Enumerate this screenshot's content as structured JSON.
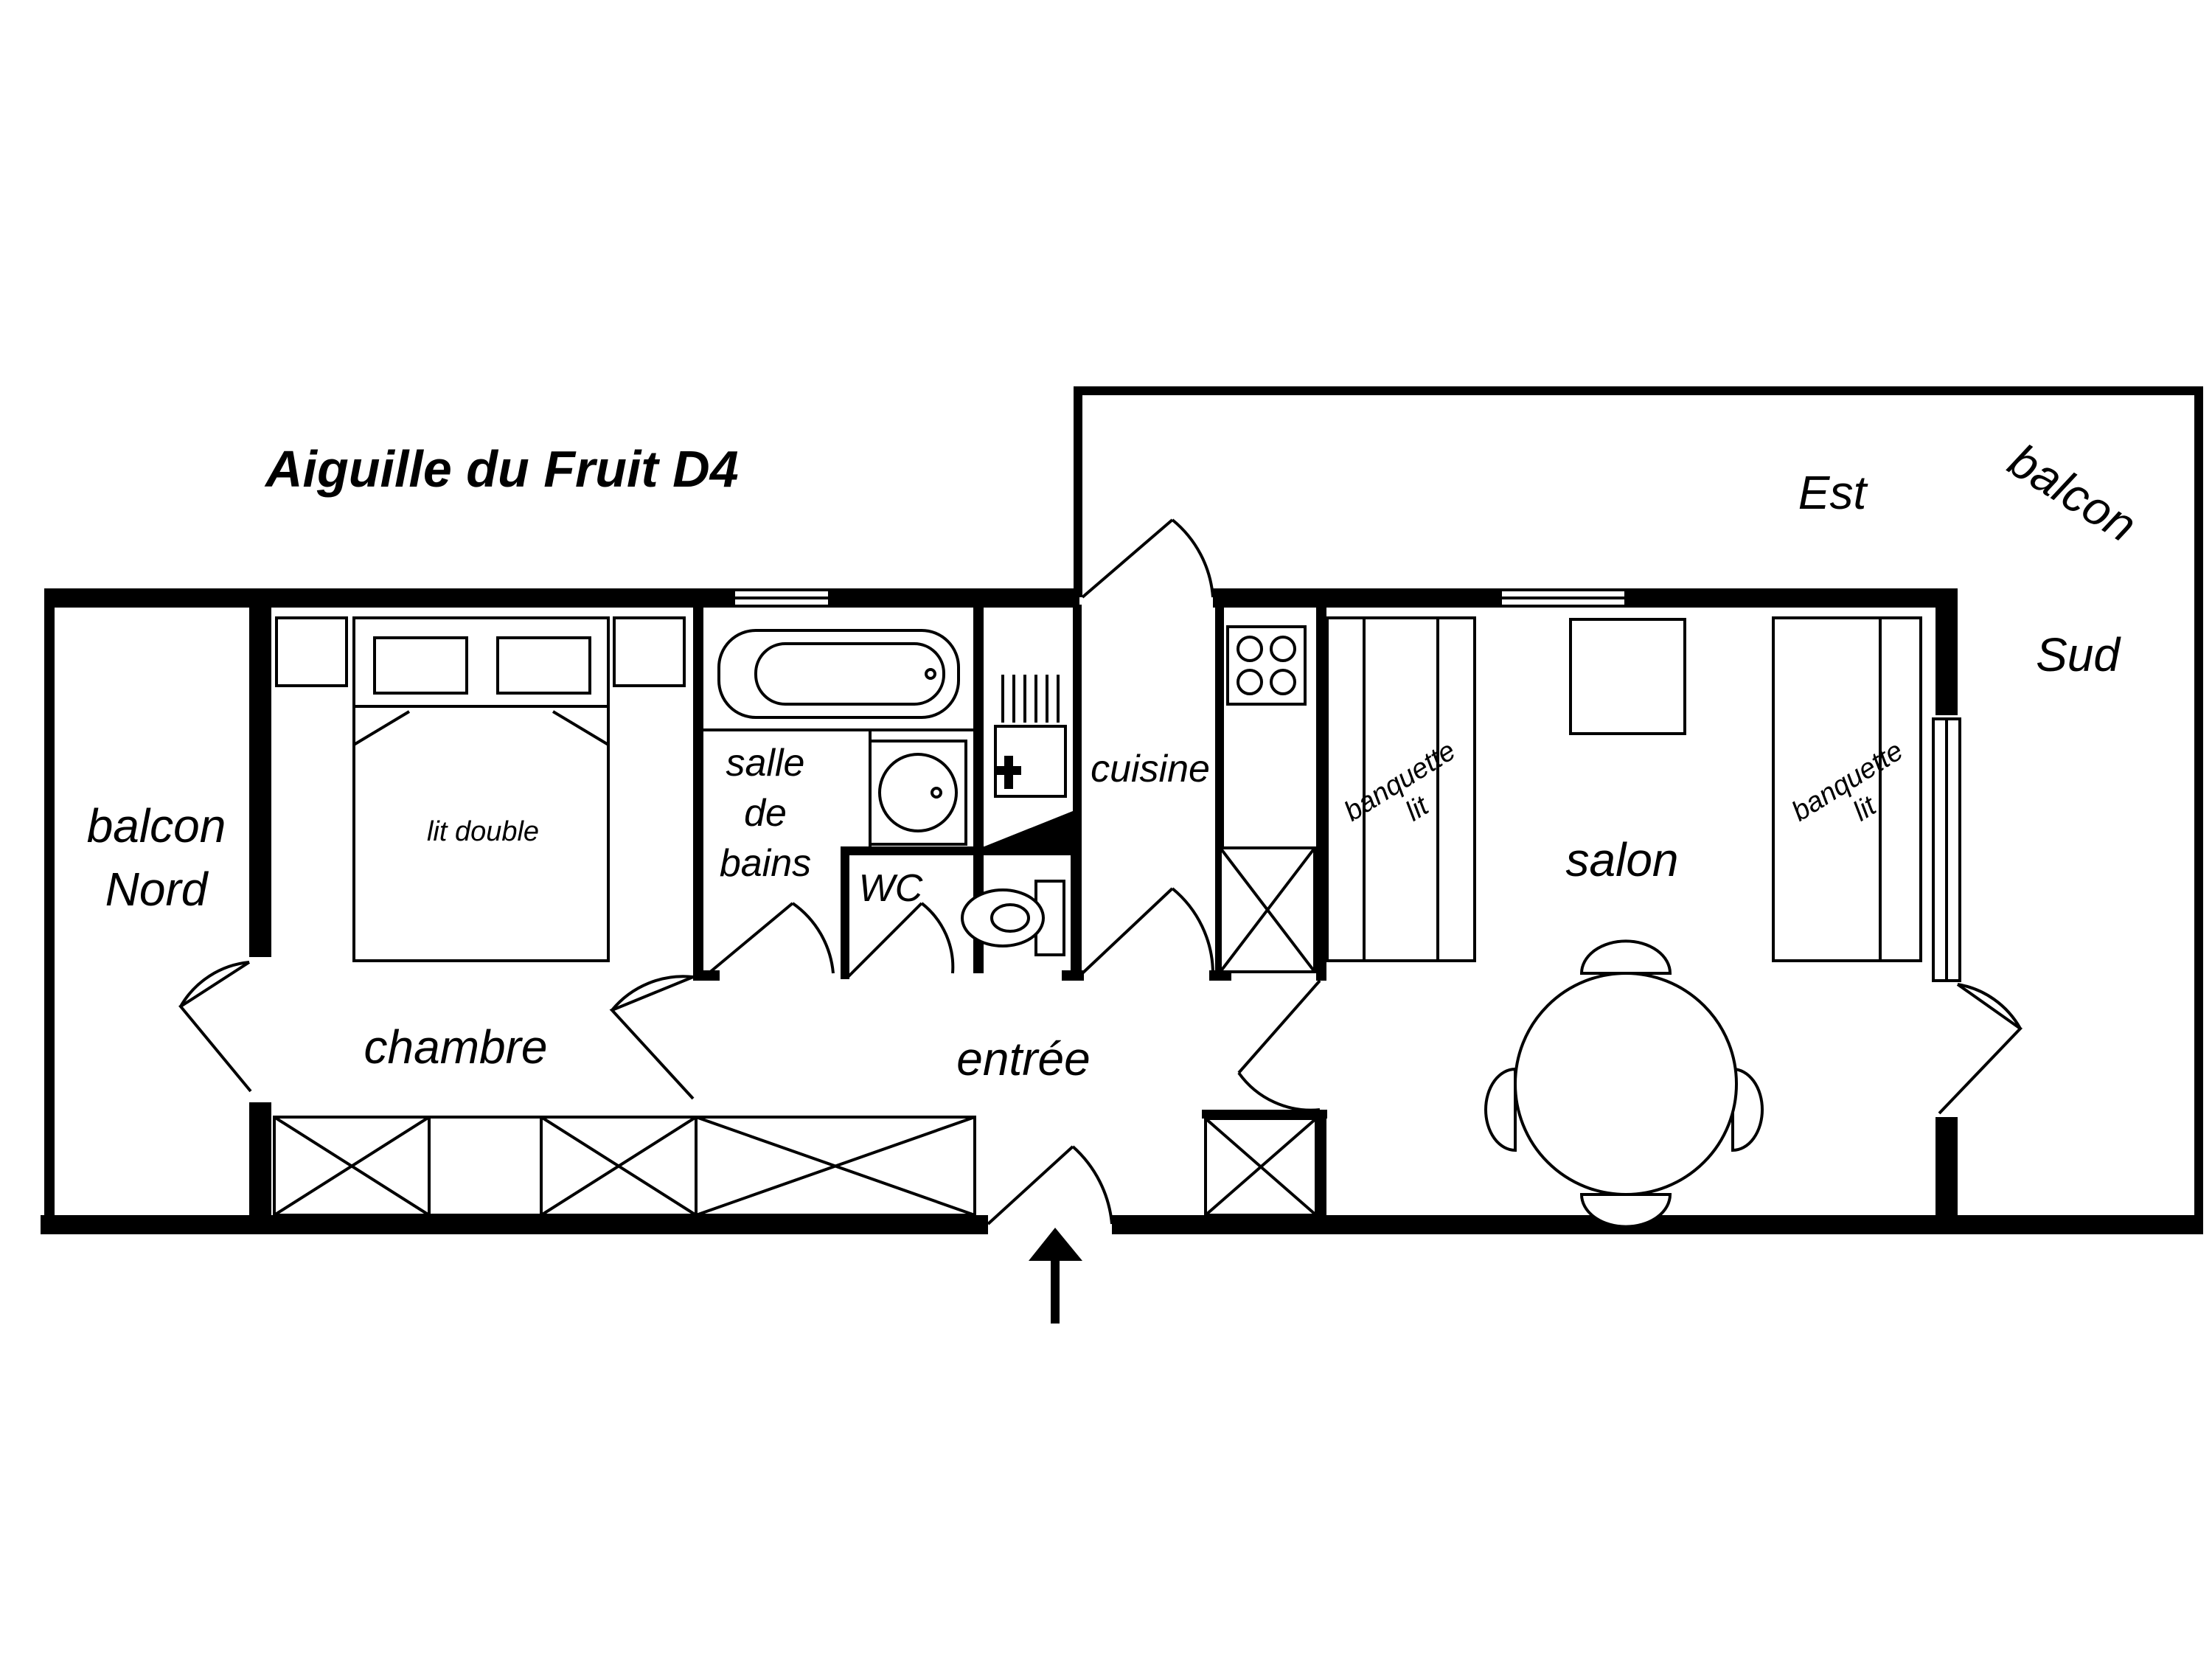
{
  "title": "Aiguille du Fruit D4",
  "rooms": {
    "balcon_nord": [
      "balcon",
      "Nord"
    ],
    "chambre": "chambre",
    "lit_double": "lit double",
    "salle_de_bains": [
      "salle",
      "de",
      "bains"
    ],
    "wc": "WC",
    "cuisine": "cuisine",
    "entree": "entrée",
    "salon": "salon",
    "banquette_left": [
      "banquette",
      "lit"
    ],
    "banquette_right": [
      "banquette",
      "lit"
    ],
    "balcon_est": "Est",
    "balcon_label": "balcon",
    "balcon_sud": "Sud"
  },
  "colors": {
    "ink": "#000000",
    "paper": "#ffffff"
  }
}
